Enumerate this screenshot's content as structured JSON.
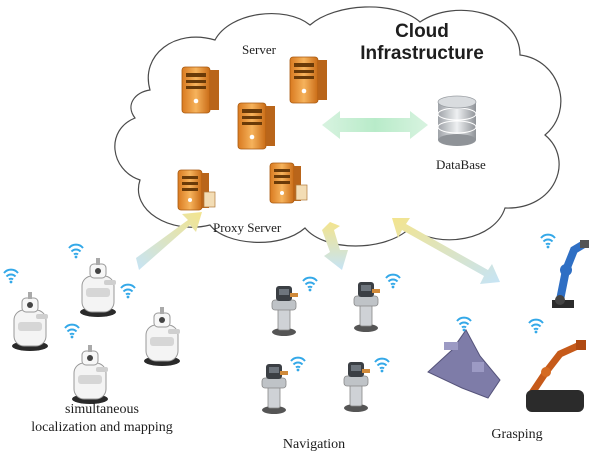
{
  "cloud": {
    "title_line1": "Cloud",
    "title_line2": "Infrastructure",
    "server_label": "Server",
    "proxy_server_label": "Proxy Server",
    "database_label": "DataBase"
  },
  "groups": {
    "slam_line1": "simultaneous",
    "slam_line2": "localization and mapping",
    "navigation": "Navigation",
    "grasping": "Grasping"
  },
  "colors": {
    "server_orange": "#f0a040",
    "arrow_yellow": "#f3e79a",
    "arrow_blue": "#b9ddf4",
    "arrow_green": "#c6efd4",
    "database_grey": "#bfc2c6",
    "cloud_outline": "#4a4a4a"
  },
  "icons": [
    "server-icon",
    "proxy-server-icon",
    "database-icon",
    "wifi-icon",
    "robot-icon",
    "robot-arm-icon"
  ]
}
